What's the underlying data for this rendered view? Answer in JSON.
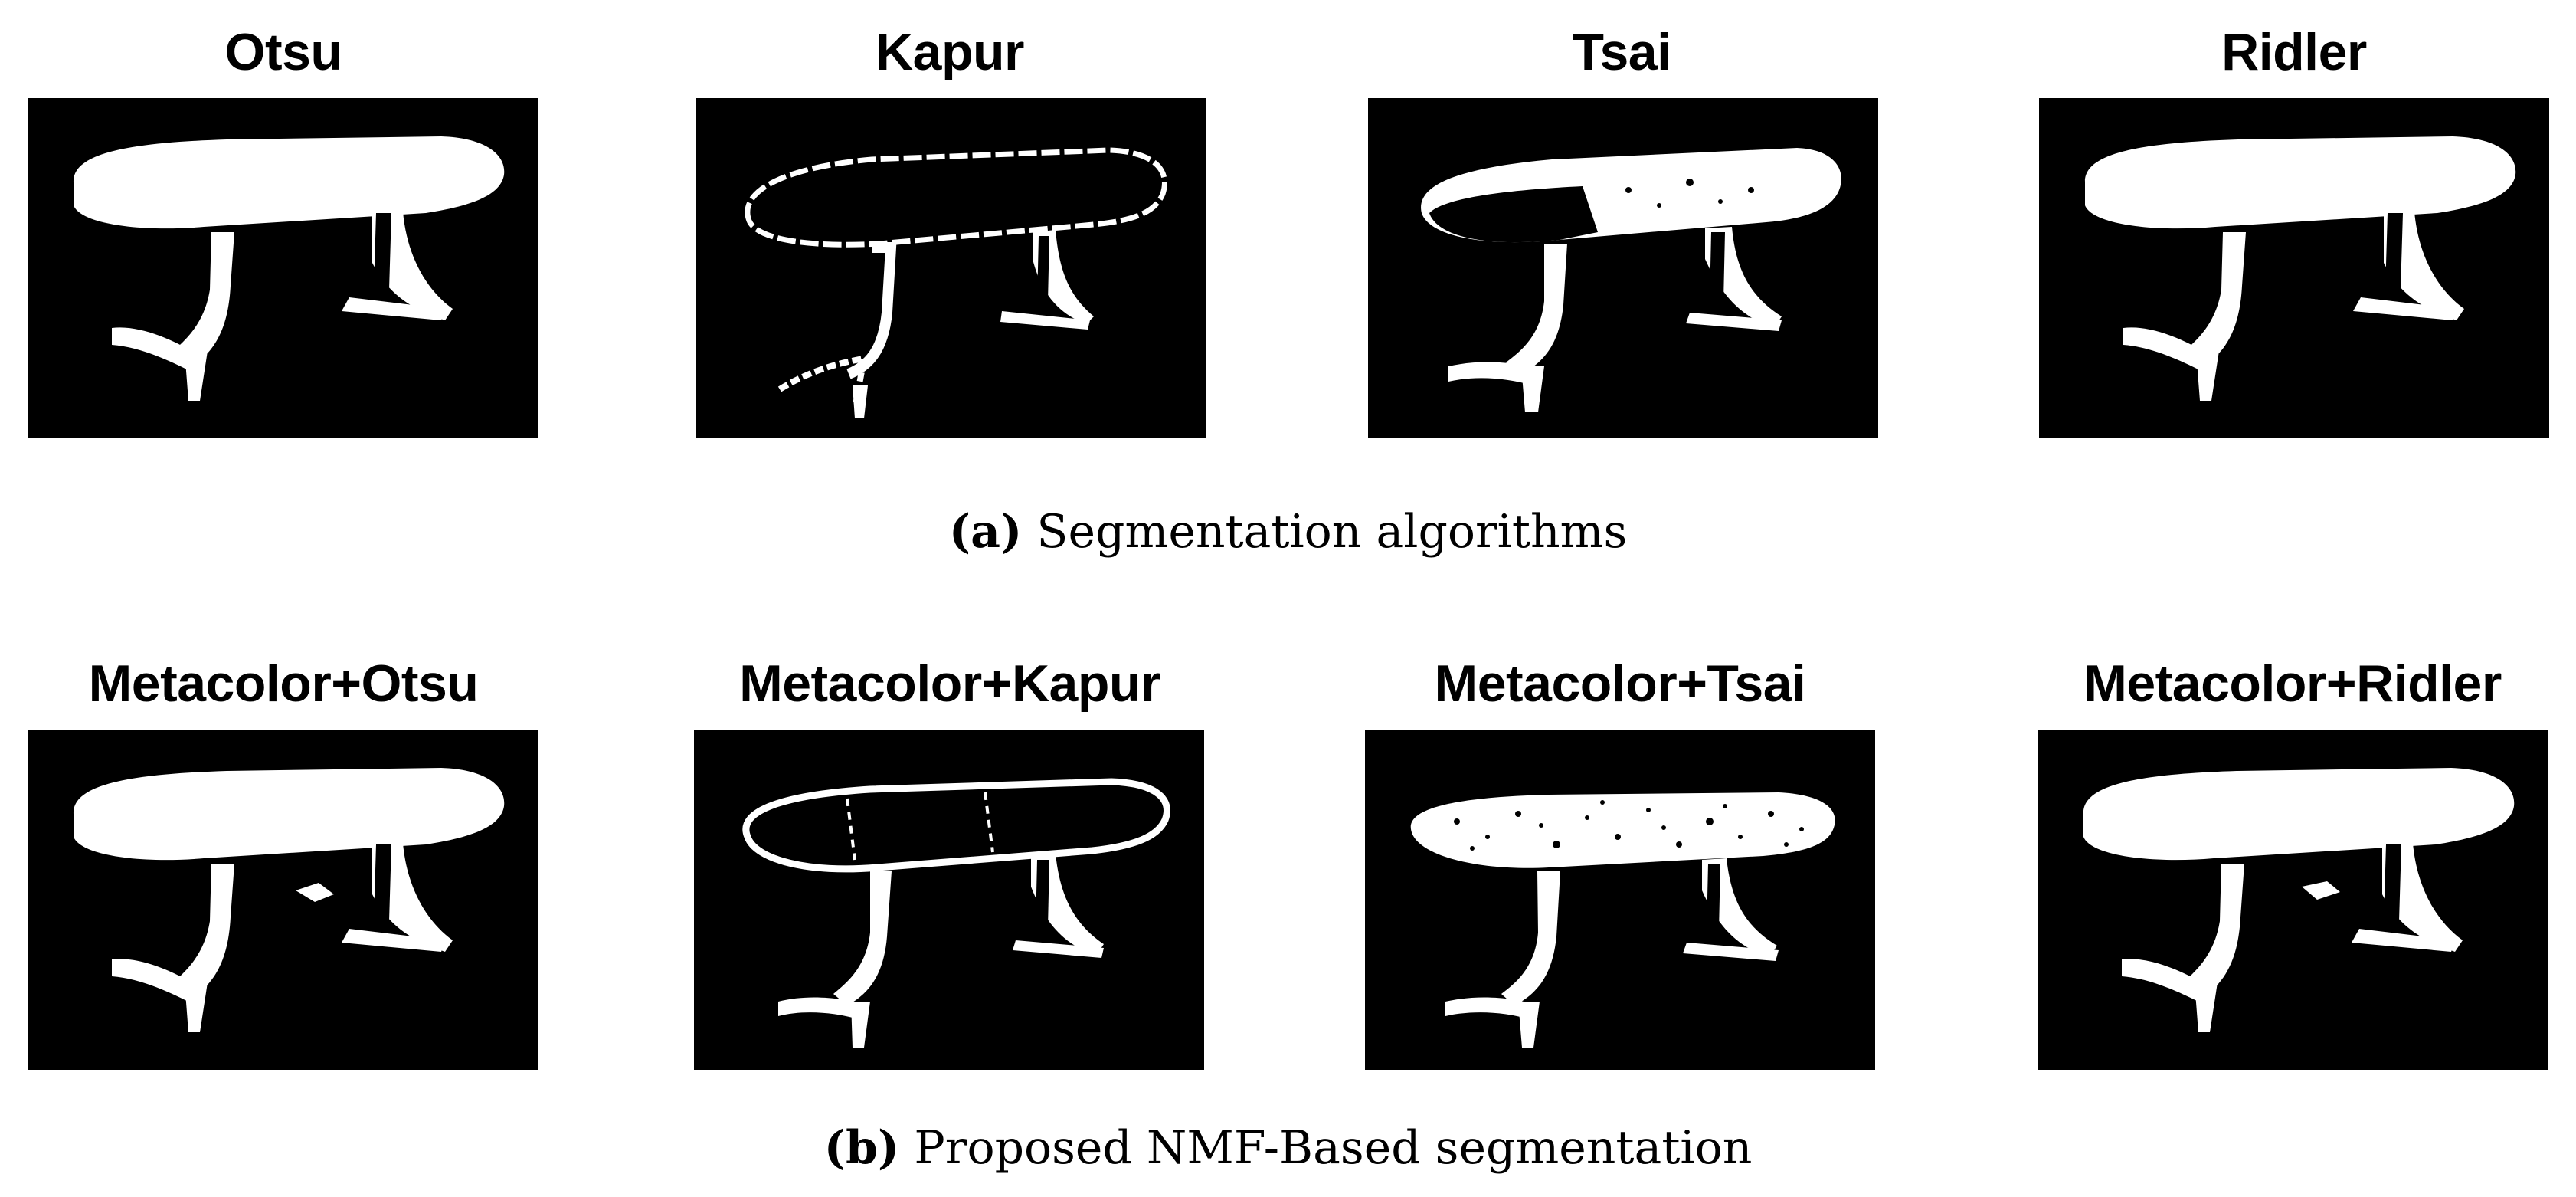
{
  "panel_a": {
    "titles": [
      "Otsu",
      "Kapur",
      "Tsai",
      "Ridler"
    ],
    "caption_tag": "(a)",
    "caption_text": "Segmentation algorithms"
  },
  "panel_b": {
    "titles": [
      "Metacolor+Otsu",
      "Metacolor+Kapur",
      "Metacolor+Tsai",
      "Metacolor+Ridler"
    ],
    "caption_tag": "(b)",
    "caption_text": "Proposed NMF-Based segmentation"
  },
  "colors": {
    "background": "#000000",
    "foreground": "#ffffff"
  }
}
